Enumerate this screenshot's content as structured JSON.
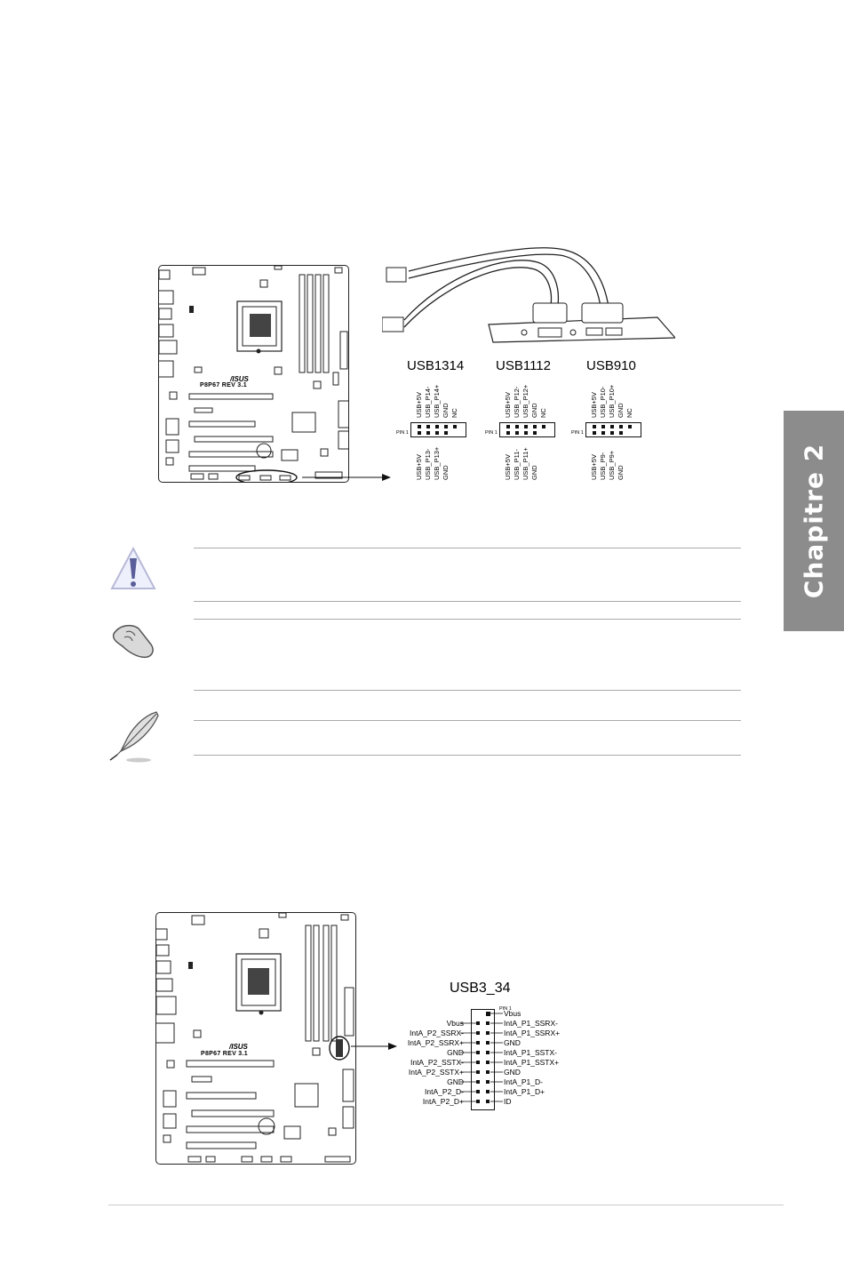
{
  "side_tab": {
    "label": "Chapitre 2"
  },
  "figure1": {
    "board_label": "P8P67 REV 3.1",
    "board_logo": "/ISUS",
    "headers": [
      {
        "title": "USB1314",
        "top_pins": [
          "USB+5V",
          "USB_P14-",
          "USB_P14+",
          "GND",
          "NC"
        ],
        "bottom_pins": [
          "USB+5V",
          "USB_P13-",
          "USB_P13+",
          "GND"
        ],
        "pin1": "PIN 1"
      },
      {
        "title": "USB1112",
        "top_pins": [
          "USB+5V",
          "USB_P12-",
          "USB_P12+",
          "GND",
          "NC"
        ],
        "bottom_pins": [
          "USB+5V",
          "USB_P11-",
          "USB_P11+",
          "GND"
        ],
        "pin1": "PIN 1"
      },
      {
        "title": "USB910",
        "top_pins": [
          "USB+5V",
          "USB_P10-",
          "USB_P10+",
          "GND",
          "NC"
        ],
        "bottom_pins": [
          "USB+5V",
          "USB_P9-",
          "USB_P9+",
          "GND"
        ],
        "pin1": "PIN 1"
      }
    ]
  },
  "notes": {
    "caution_icon": "warning-triangle-icon",
    "important_icon": "hand-icon",
    "note_icon": "feather-quill-icon"
  },
  "figure2": {
    "board_label": "P8P67 REV 3.1",
    "board_logo": "/ISUS",
    "header_title": "USB3_34",
    "pin1": "PIN 1",
    "left_pins": [
      "Vbus",
      "IntA_P2_SSRX-",
      "IntA_P2_SSRX+",
      "GND",
      "IntA_P2_SSTX-",
      "IntA_P2_SSTX+",
      "GND",
      "IntA_P2_D-",
      "IntA_P2_D+"
    ],
    "right_pins": [
      "Vbus",
      "IntA_P1_SSRX-",
      "IntA_P1_SSRX+",
      "GND",
      "IntA_P1_SSTX-",
      "IntA_P1_SSTX+",
      "GND",
      "IntA_P1_D-",
      "IntA_P1_D+",
      "ID"
    ]
  }
}
